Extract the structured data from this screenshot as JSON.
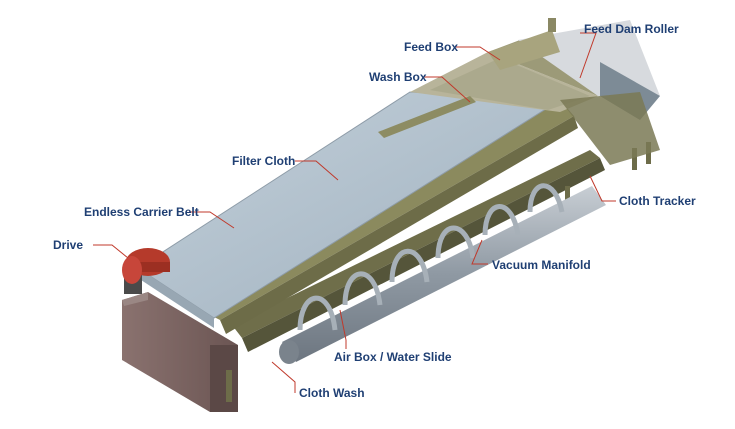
{
  "colors": {
    "label_text": "#1f3f73",
    "leader_line": "#c0392b",
    "cloth": "#a9b9c6",
    "frame": "#8b8a5e",
    "manifold": "#9aa3ad",
    "drive": "#b53a2b",
    "tank": "#7b6462"
  },
  "labels": {
    "feed_dam_roller": "Feed Dam Roller",
    "feed_box": "Feed Box",
    "wash_box": "Wash Box",
    "filter_cloth": "Filter Cloth",
    "cloth_tracker": "Cloth Tracker",
    "endless_carrier_belt": "Endless Carrier Belt",
    "drive": "Drive",
    "vacuum_manifold": "Vacuum Manifold",
    "air_box_water_slide": "Air Box / Water Slide",
    "cloth_wash": "Cloth Wash"
  }
}
